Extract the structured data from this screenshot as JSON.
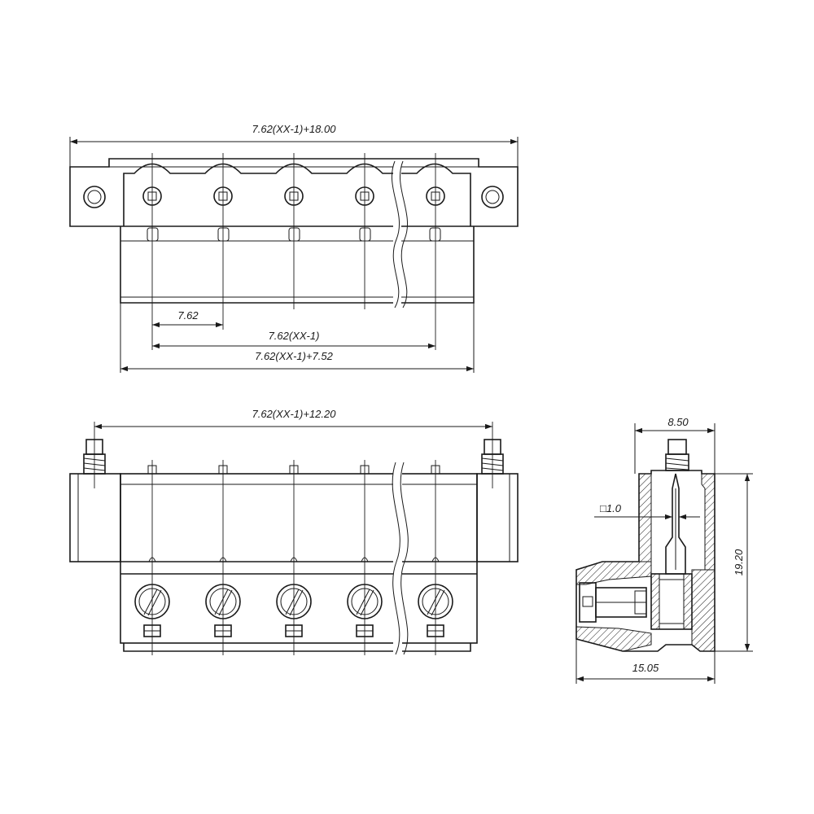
{
  "dimensions": {
    "top_overall": "7.62(XX-1)+18.00",
    "pitch": "7.62",
    "pin_span": "7.62(XX-1)",
    "body_width": "7.62(XX-1)+7.52",
    "front_width": "7.62(XX-1)+12.20",
    "side_top": "8.50",
    "pin_square": "□1.0",
    "side_height": "19.20",
    "side_depth": "15.05"
  }
}
